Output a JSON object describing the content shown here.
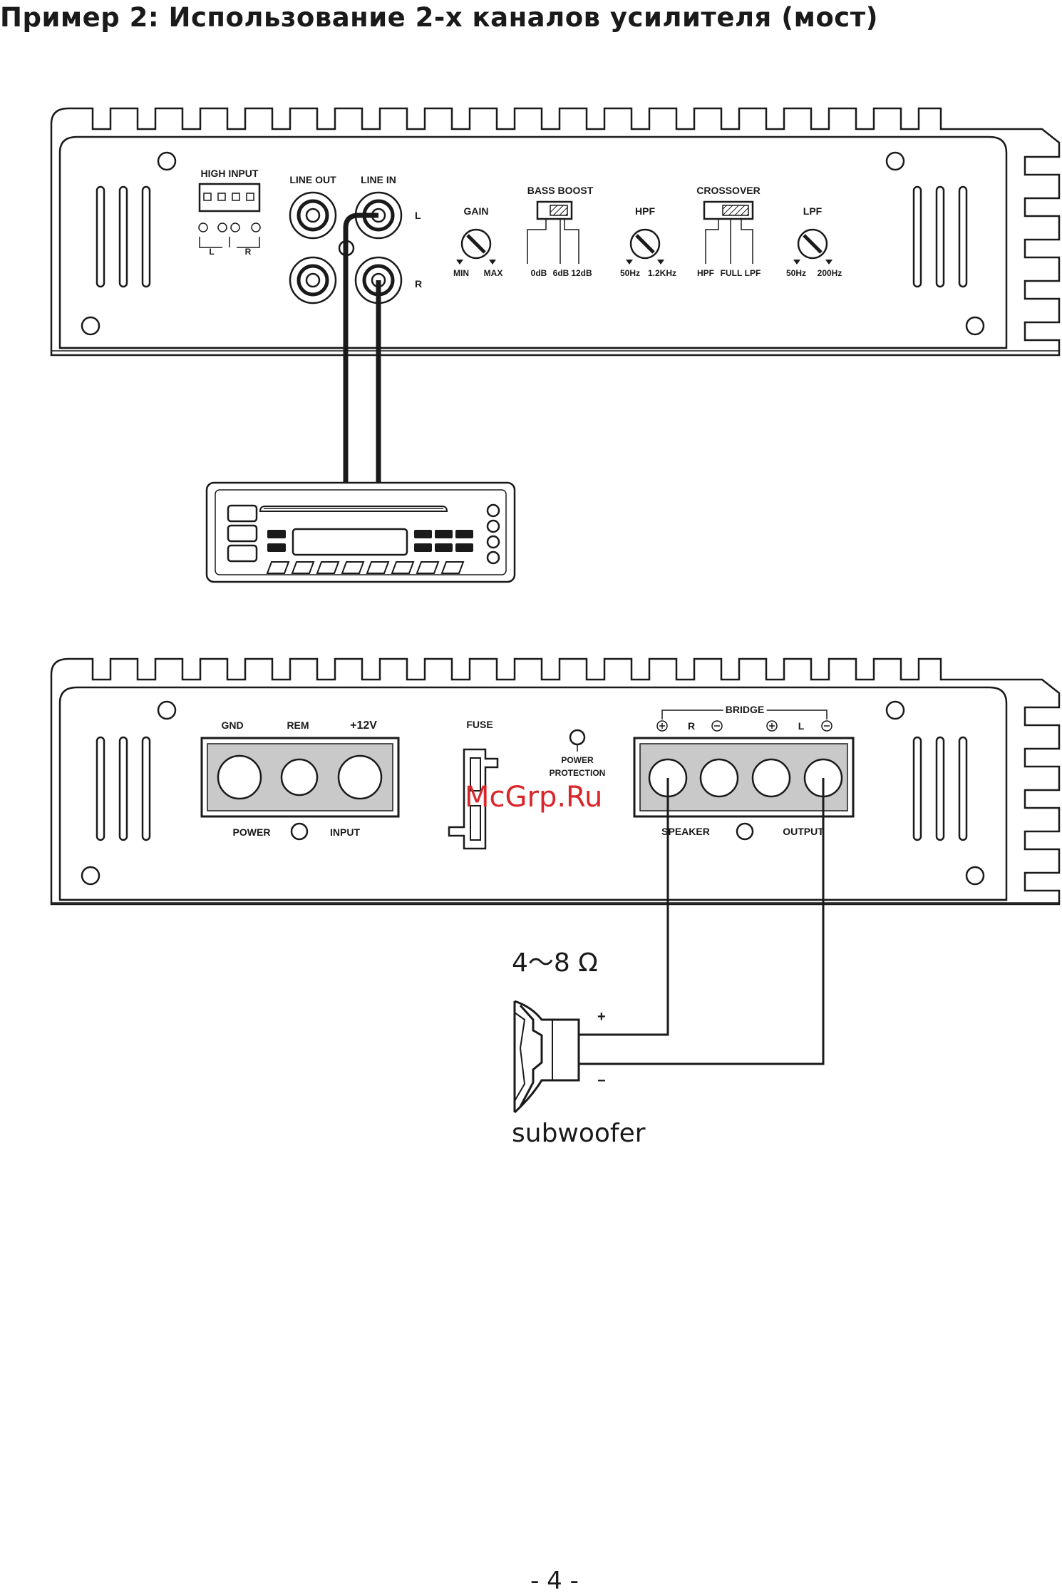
{
  "title": "Пример 2: Использование 2-х каналов усилителя (мост)",
  "top_amp": {
    "high_input": "HIGH   INPUT",
    "high_l": "L",
    "high_r": "R",
    "line_out": "LINE OUT",
    "line_in": "LINE IN",
    "ch_l": "L",
    "ch_r": "R",
    "gain": "GAIN",
    "gain_min": "MIN",
    "gain_max": "MAX",
    "bass_boost": "BASS BOOST",
    "bb_0": "0dB",
    "bb_6": "6dB",
    "bb_12": "12dB",
    "hpf": "HPF",
    "hpf_min": "50Hz",
    "hpf_max": "1.2KHz",
    "crossover": "CROSSOVER",
    "xo_hpf": "HPF",
    "xo_full": "FULL",
    "xo_lpf": "LPF",
    "lpf": "LPF",
    "lpf_min": "50Hz",
    "lpf_max": "200Hz"
  },
  "bottom_amp": {
    "gnd": "GND",
    "rem": "REM",
    "v12": "+12V",
    "power": "POWER",
    "input": "INPUT",
    "fuse": "FUSE",
    "prot_1": "POWER",
    "prot_2": "PROTECTION",
    "bridge": "BRIDGE",
    "sp_r": "R",
    "sp_l": "L",
    "speaker": "SPEAKER",
    "output": "OUTPUT"
  },
  "watermark": "McGrp.Ru",
  "impedance": "4～8 Ω",
  "plus": "+",
  "minus": "−",
  "subwoofer": "subwoofer",
  "page_number": "- 4 -"
}
